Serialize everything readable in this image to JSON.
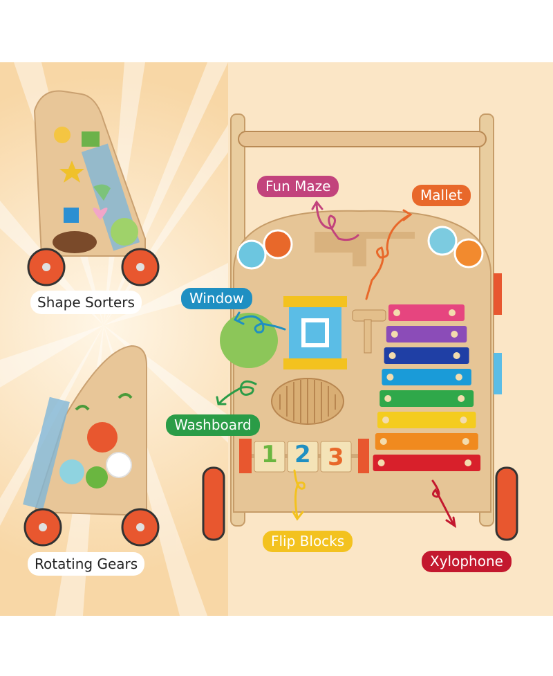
{
  "labels": {
    "shape_sorters": "Shape Sorters",
    "rotating_gears": "Rotating Gears",
    "fun_maze": "Fun Maze",
    "mallet": "Mallet",
    "window": "Window",
    "washboard": "Washboard",
    "flip_blocks": "Flip Blocks",
    "xylophone": "Xylophone"
  },
  "flip_block_numbers": [
    "1",
    "2",
    "3"
  ],
  "colors": {
    "background_warm": "#fbe3bf",
    "wood": "#e7c79b",
    "wheel": "#e8572f",
    "fun_maze": "#c2437c",
    "mallet": "#e8682a",
    "window": "#1f8fc2",
    "washboard": "#2a9c47",
    "flip_blocks": "#f3c21f",
    "xylophone": "#c3182e",
    "xylophone_bars": [
      "#e6457f",
      "#8b4cb8",
      "#1f3fa5",
      "#1a9bd8",
      "#2fa84a",
      "#f4cc1f",
      "#f08a1f",
      "#d8202b"
    ]
  }
}
